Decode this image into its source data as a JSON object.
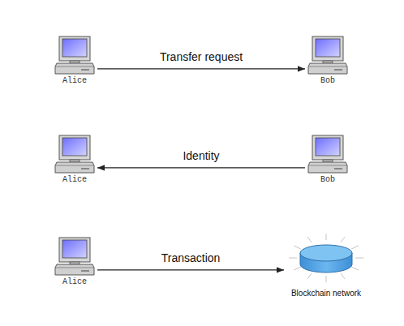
{
  "diagram": {
    "nodes": [
      {
        "text": [
          "Alice"
        ]
      },
      {
        "text": [
          "Bob"
        ]
      },
      {
        "text": [
          "Alice"
        ]
      },
      {
        "text": [
          "Bob"
        ]
      },
      {
        "text": [
          "Alice"
        ]
      },
      {
        "text": [
          "Blockchain network"
        ]
      }
    ],
    "edges": [
      {
        "from": 0,
        "to": 1,
        "label": "Transfer request",
        "arrow": "to"
      },
      {
        "from": 3,
        "to": 2,
        "label": "Identity",
        "arrow": "to"
      },
      {
        "from": 4,
        "to": 5,
        "label": "Transaction",
        "arrow": "to"
      }
    ]
  }
}
